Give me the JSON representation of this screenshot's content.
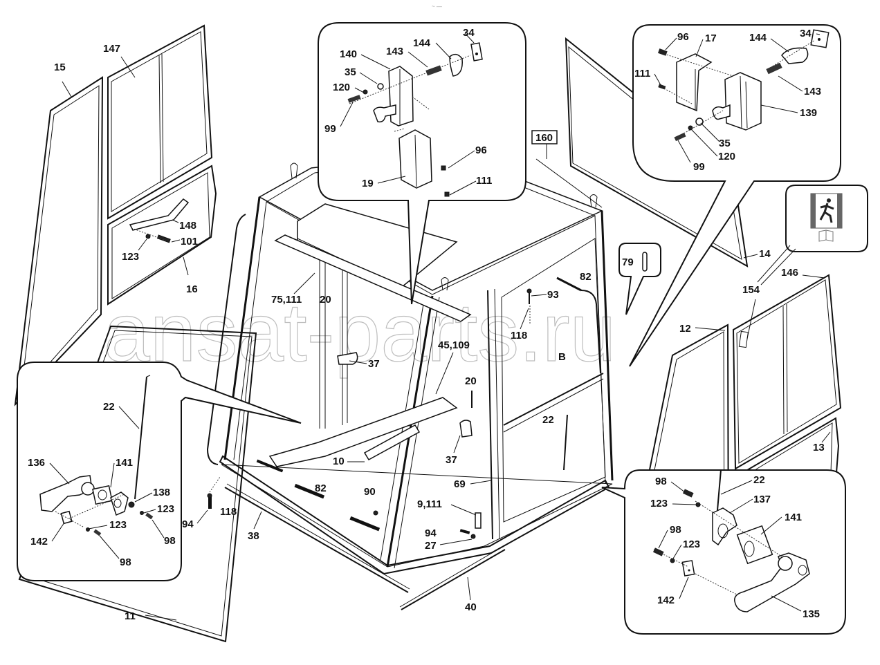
{
  "diagram": {
    "title": "Cab assembly exploded parts diagram",
    "watermark": "ansat-parts.ru",
    "top_mark": "~ —",
    "reference_box": "160",
    "view_marker": "B",
    "labels": {
      "l15": "15",
      "l147": "147",
      "l148": "148",
      "l101": "101",
      "l123a": "123",
      "l16": "16",
      "c1_34": "34",
      "c1_144": "144",
      "c1_143": "143",
      "c1_140": "140",
      "c1_35": "35",
      "c1_120": "120",
      "c1_99": "99",
      "c1_96": "96",
      "c1_19": "19",
      "c1_111": "111",
      "c2_96": "96",
      "c2_17": "17",
      "c2_144": "144",
      "c2_34": "34",
      "c2_111": "111",
      "c2_143": "143",
      "c2_139": "139",
      "c2_35": "35",
      "c2_120": "120",
      "c2_99": "99",
      "l14": "14",
      "l154": "154",
      "l146": "146",
      "l12": "12",
      "l13": "13",
      "l79": "79",
      "l75_111": "75,111",
      "l20a": "20",
      "l37a": "37",
      "l45_109": "45,109",
      "l20b": "20",
      "l37b": "37",
      "l93": "93",
      "l82a": "82",
      "l118a": "118",
      "l22a": "22",
      "l69": "69",
      "l10": "10",
      "l82b": "82",
      "l90": "90",
      "l9_111": "9,111",
      "l94a": "94",
      "l27": "27",
      "l40": "40",
      "l94b": "94",
      "l118b": "118",
      "l38": "38",
      "l11": "11",
      "c3_22": "22",
      "c3_136": "136",
      "c3_141": "141",
      "c3_138": "138",
      "c3_123a": "123",
      "c3_123b": "123",
      "c3_98a": "98",
      "c3_98b": "98",
      "c3_142": "142",
      "c4_98a": "98",
      "c4_22": "22",
      "c4_123a": "123",
      "c4_137": "137",
      "c4_98b": "98",
      "c4_123b": "123",
      "c4_141": "141",
      "c4_142": "142",
      "c4_135": "135"
    },
    "icons": {
      "emergency_exit": "emergency-exit-sign-icon",
      "manual": "open-book-icon"
    }
  }
}
